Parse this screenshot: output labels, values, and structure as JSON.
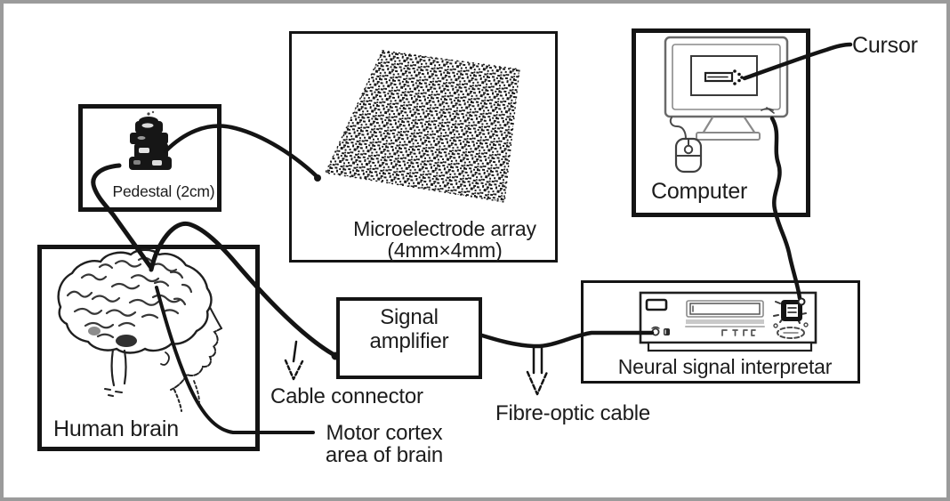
{
  "diagram": {
    "boxes": {
      "pedestal": {
        "label": "Pedestal (2cm)"
      },
      "microelectrode_array": {
        "label": "Microelectrode array",
        "size": "(4mm×4mm)"
      },
      "computer": {
        "label": "Computer"
      },
      "human_brain": {
        "label": "Human brain"
      },
      "signal_amplifier": {
        "line1": "Signal",
        "line2": "amplifier"
      },
      "neural_signal_interpreter": {
        "label": "Neural signal interpretar"
      }
    },
    "annotations": {
      "cursor": {
        "label": "Cursor"
      },
      "cable_connector": {
        "label": "Cable connector"
      },
      "fibre_optic_cable": {
        "label": "Fibre-optic cable"
      },
      "motor_cortex": {
        "line1": "Motor cortex",
        "line2": "area of brain"
      }
    },
    "colors": {
      "ink": "#141414",
      "frame": "#9b9b9b",
      "background": "#ffffff"
    }
  }
}
